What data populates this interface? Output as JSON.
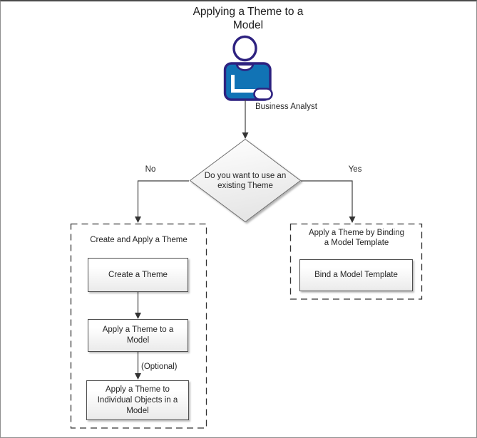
{
  "title": "Applying a Theme to a\nModel",
  "actor": {
    "label": "Business Analyst",
    "shirt_color": "#1173B5",
    "outline_color": "#2E2280"
  },
  "decision": {
    "question": "Do you want to use an\nexisting Theme",
    "branches": {
      "no": "No",
      "yes": "Yes"
    }
  },
  "left_group": {
    "header": "Create and Apply a Theme",
    "steps": [
      "Create a Theme",
      "Apply a Theme to a\nModel",
      "Apply a Theme to\nIndividual Objects in a\nModel"
    ],
    "optional_label": "(Optional)"
  },
  "right_group": {
    "header": "Apply a Theme by Binding\na Model Template",
    "steps": [
      "Bind a Model Template"
    ]
  }
}
